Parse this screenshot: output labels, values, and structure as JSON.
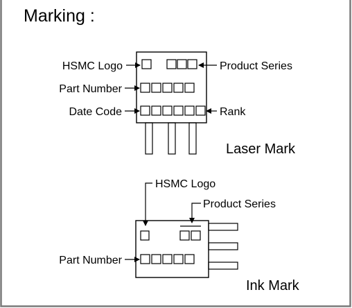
{
  "title": "Marking :",
  "laser": {
    "hsmc_logo": "HSMC Logo",
    "part_number": "Part Number",
    "date_code": "Date Code",
    "product_series": "Product Series",
    "rank": "Rank",
    "caption": "Laser Mark"
  },
  "ink": {
    "hsmc_logo": "HSMC Logo",
    "product_series": "Product Series",
    "part_number": "Part Number",
    "caption": "Ink Mark"
  }
}
